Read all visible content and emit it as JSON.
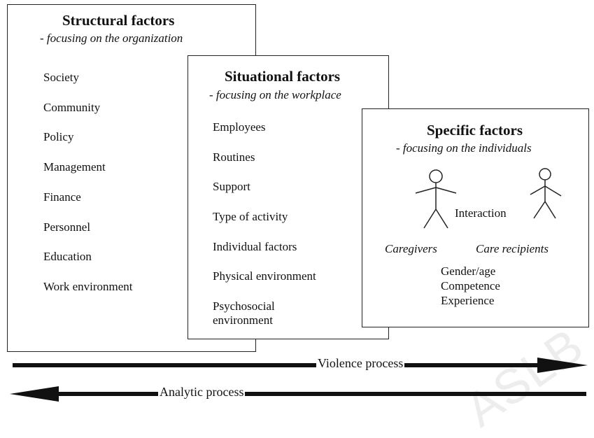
{
  "structural": {
    "title": "Structural factors",
    "subtitle": "- focusing on the organization",
    "items": [
      "Society",
      "Community",
      "Policy",
      "Management",
      "Finance",
      "Personnel",
      "Education",
      "Work environment"
    ]
  },
  "situational": {
    "title": "Situational factors",
    "subtitle": "- focusing on the workplace",
    "items": [
      "Employees",
      "Routines",
      "Support",
      "Type of activity",
      "Individual factors",
      "Physical environment",
      "Psychosocial environment"
    ]
  },
  "specific": {
    "title": "Specific factors",
    "subtitle": "- focusing on the individuals",
    "interaction": "Interaction",
    "left_role": "Caregivers",
    "right_role": "Care recipients",
    "attributes": [
      "Gender/age",
      "Competence",
      "Experience"
    ]
  },
  "processes": {
    "violence": "Violence process",
    "analytic": "Analytic process"
  },
  "watermark": "ASLB"
}
